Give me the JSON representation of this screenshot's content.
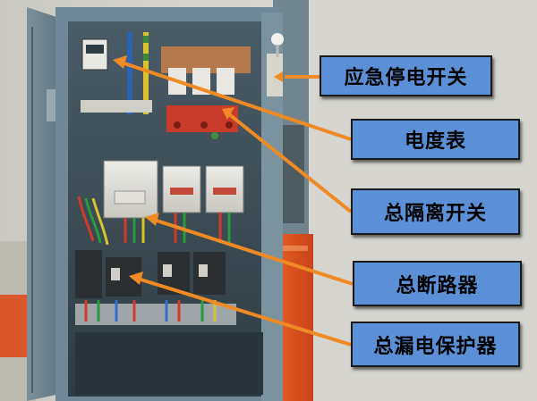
{
  "photo": {
    "subject": "electrical-distribution-cabinet",
    "colors": {
      "cabinet": "#6f8796",
      "interior": "#3a4a52",
      "breaker": "#d8d8d4",
      "arrow": "#f08a24",
      "callout_fill": "#5b8fd6",
      "callout_border": "#1a1a1a",
      "orange_panel": "#e8521c"
    }
  },
  "callouts": [
    {
      "id": "c1",
      "label": "应急停电开关"
    },
    {
      "id": "c2",
      "label": "电度表"
    },
    {
      "id": "c3",
      "label": "总隔离开关"
    },
    {
      "id": "c4",
      "label": "总断路器"
    },
    {
      "id": "c5",
      "label": "总漏电保护器"
    }
  ]
}
